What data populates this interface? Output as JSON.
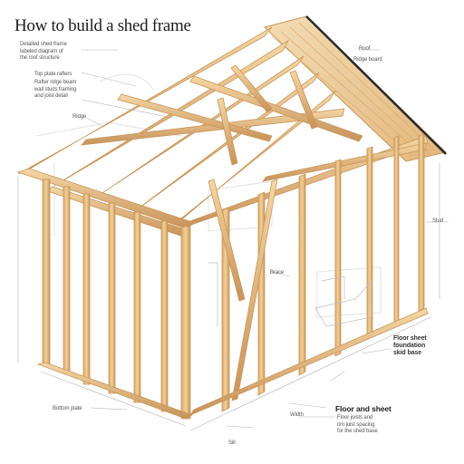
{
  "title": "How to build a shed frame",
  "annotations": {
    "left_1": "Detailed shed frame\nlabeled diagram of\nthe roof structure",
    "left_2": "Top plate rafters",
    "left_3": "Rafter ridge beam\nwall studs framing\nand joist detail",
    "left_4": "Ridge",
    "top_right_1": "Roof",
    "top_right_2": "Ridge board",
    "side_right": "Stud",
    "center_label": "Brace",
    "right_1": "Floor sheet\nfoundation\nskid base",
    "bottom_left": "Bottom plate",
    "bottom_center": "Sill",
    "bottom_right_title": "Floor and sheet",
    "bottom_right_body": "Floor joists and\nrim joist spacing\nfor the shed base",
    "bottom_dim": "Width"
  },
  "colors": {
    "wood": "#e9c48f",
    "wood_dark": "#c9965a",
    "roof_light": "#f0d6ab",
    "ridge": "#2a2a2a",
    "leader": "#b5b5b5"
  }
}
